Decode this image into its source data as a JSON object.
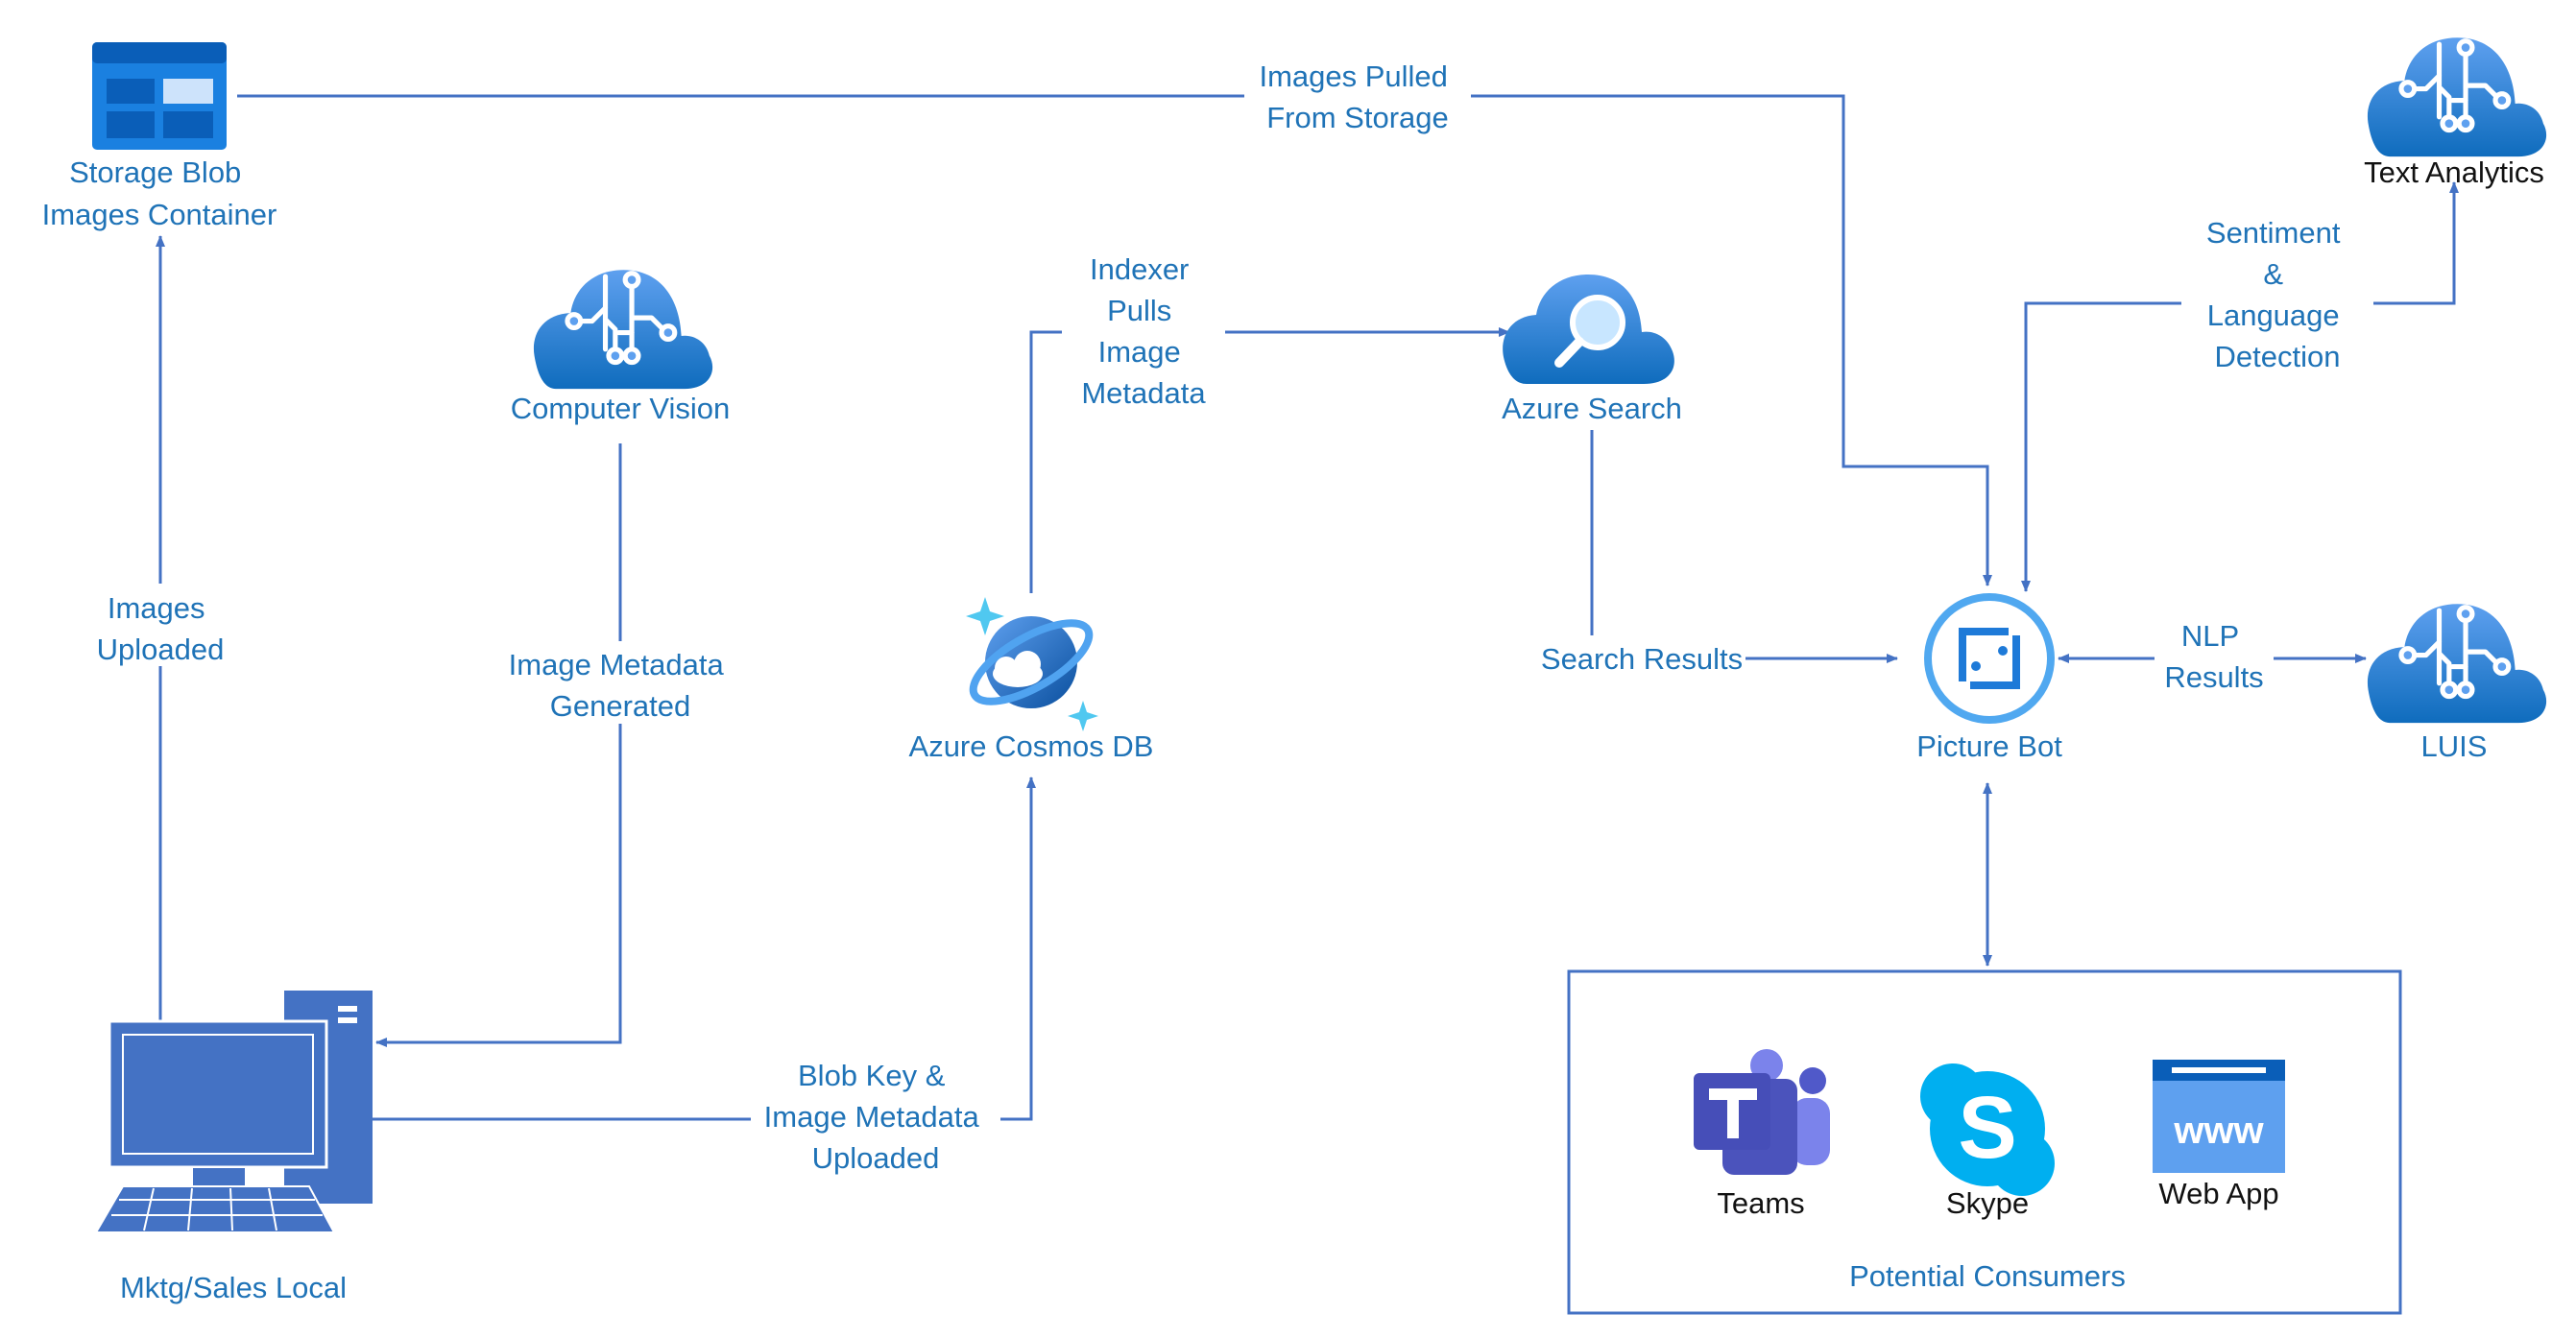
{
  "nodes": {
    "storage_blob": {
      "label_lines": [
        "Storage Blob",
        "Images Container"
      ],
      "icon": "storage-blob-icon"
    },
    "computer_vision": {
      "label_lines": [
        "Computer Vision"
      ],
      "icon": "cognitive-cloud-icon"
    },
    "cosmos_db": {
      "label_lines": [
        "Azure Cosmos DB"
      ],
      "icon": "cosmos-db-icon"
    },
    "azure_search": {
      "label_lines": [
        "Azure Search"
      ],
      "icon": "search-cloud-icon"
    },
    "picture_bot": {
      "label_lines": [
        "Picture Bot"
      ],
      "icon": "bot-icon"
    },
    "text_analytics": {
      "label_lines": [
        "Text Analytics"
      ],
      "icon": "cognitive-cloud-icon"
    },
    "luis": {
      "label_lines": [
        "LUIS"
      ],
      "icon": "cognitive-cloud-icon"
    },
    "local_pc": {
      "label_lines": [
        "Mktg/Sales Local"
      ],
      "icon": "desktop-computer-icon"
    }
  },
  "consumers": {
    "group_label": "Potential Consumers",
    "items": [
      {
        "label": "Teams",
        "icon": "teams-icon"
      },
      {
        "label": "Skype",
        "icon": "skype-icon"
      },
      {
        "label": "Web App",
        "icon": "web-app-icon",
        "icon_text": "www"
      }
    ]
  },
  "edges": {
    "images_uploaded": {
      "label_lines": [
        "Images",
        "Uploaded"
      ]
    },
    "image_metadata_generated": {
      "label_lines": [
        "Image Metadata",
        "Generated"
      ]
    },
    "blob_key_uploaded": {
      "label_lines": [
        "Blob Key &",
        "Image Metadata",
        "Uploaded"
      ]
    },
    "indexer_pulls": {
      "label_lines": [
        "Indexer",
        "Pulls",
        "Image",
        "Metadata"
      ]
    },
    "images_pulled": {
      "label_lines": [
        "Images Pulled",
        "From Storage"
      ]
    },
    "search_results": {
      "label_lines": [
        "Search Results"
      ]
    },
    "sentiment": {
      "label_lines": [
        "Sentiment",
        "&",
        "Language",
        "Detection"
      ]
    },
    "nlp_results": {
      "label_lines": [
        "NLP",
        "Results"
      ]
    }
  },
  "colors": {
    "line": "#4472c4",
    "label_text": "#1f73b7",
    "azure_light": "#5ea0ef",
    "azure_dark": "#0078d4"
  }
}
